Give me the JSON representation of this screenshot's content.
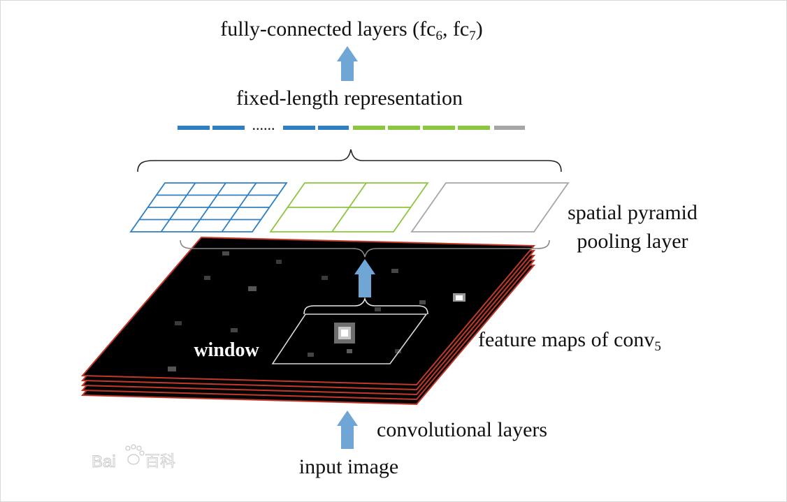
{
  "labels": {
    "fc_prefix": "fully-connected layers (fc",
    "fc_sub1": "6",
    "fc_mid": ", fc",
    "fc_sub2": "7",
    "fc_suffix": ")",
    "fixed_length": "fixed-length representation",
    "dots": "......",
    "spp_line1": "spatial pyramid",
    "spp_line2": "pooling layer",
    "window": "window",
    "feature_prefix": "feature maps of conv",
    "feature_sub": "5",
    "conv_layers": "convolutional layers",
    "input_image": "input image"
  },
  "watermark": {
    "latin": "Bai",
    "cjk": "百科"
  },
  "colors": {
    "blue": "#2f7fc1",
    "green": "#8cc63f",
    "gray": "#a6a6a6",
    "arrow": "#6fa6d6",
    "map_edge": "#c0392b",
    "map_fill": "#000000",
    "text": "#111111"
  }
}
